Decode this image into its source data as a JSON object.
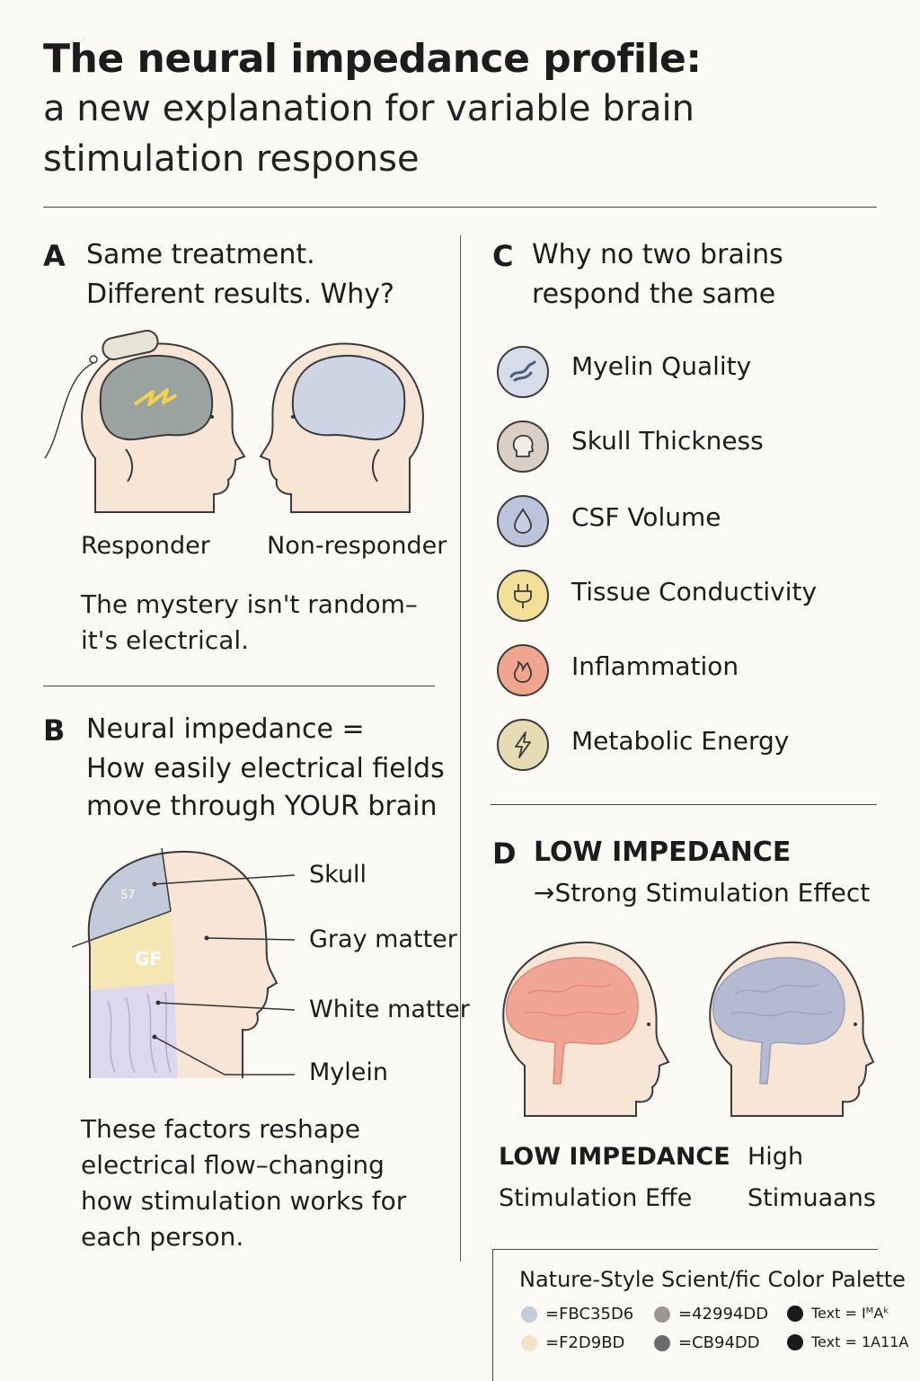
{
  "title": {
    "line1": "The neural impedance profile:",
    "line2": "a new explanation for variable brain",
    "line3": "stimulation response"
  },
  "panel_a": {
    "letter": "A",
    "heading_line1": "Same treatment.",
    "heading_line2": "Different results. Why?",
    "left_label": "Responder",
    "right_label": "Non-responder",
    "note_line1": "The mystery isn't random–",
    "note_line2": "it's electrical."
  },
  "panel_b": {
    "letter": "B",
    "heading_line1": "Neural impedance =",
    "heading_line2": "How easily electrical fields",
    "heading_line3": "move through YOUR brain",
    "layer_labels": [
      "Skull",
      "Gray matter",
      "White matter",
      "Mylein"
    ],
    "inner_text_1": "S7",
    "inner_text_2": "GF",
    "note_line1": "These factors reshape",
    "note_line2": "electrical flow–changing",
    "note_line3": "how stimulation works for",
    "note_line4": "each person."
  },
  "panel_c": {
    "letter": "C",
    "heading_line1": "Why no two brains",
    "heading_line2": "respond the same",
    "factors": [
      {
        "label": "Myelin Quality",
        "icon": "neuron-icon",
        "color": "#d6dce8"
      },
      {
        "label": "Skull Thickness",
        "icon": "skull-icon",
        "color": "#d9cfc4"
      },
      {
        "label": "CSF Volume",
        "icon": "droplet-icon",
        "color": "#bcc4dc"
      },
      {
        "label": "Tissue Conductivity",
        "icon": "plug-icon",
        "color": "#f3df95"
      },
      {
        "label": "Inflammation",
        "icon": "flame-icon",
        "color": "#f0a58e"
      },
      {
        "label": "Metabolic Energy",
        "icon": "lightning-icon",
        "color": "#e6dcb4"
      }
    ]
  },
  "panel_d": {
    "letter": "D",
    "heading_line1": "LOW IMPEDANCE",
    "heading_line2": "→Strong Stimulation Effect",
    "left_label_line1": "LOW IMPEDANCE",
    "left_label_line2": "Stimulation Effe",
    "right_label_line1": "High",
    "right_label_line2": "Stimuaans"
  },
  "palette": {
    "title": "Nature-Style Scient/fic Color Palette",
    "items": [
      {
        "text": "=FBC35D6",
        "color": "#c3cad9"
      },
      {
        "text": "=42994DD",
        "color": "#9d9793"
      },
      {
        "text": "Text = IᴹAᵏ",
        "color": "#1a1a1a"
      },
      {
        "text": "=F2D9BD",
        "color": "#f2e3c8"
      },
      {
        "text": "=CB94DD",
        "color": "#6d6a6e"
      },
      {
        "text": "Text = 1A11A",
        "color": "#1a1a1a"
      }
    ]
  },
  "colors": {
    "skin": "#f7e6d6",
    "responder_brain": "#9aa3a0",
    "nonresponder_brain": "#cdd5e4",
    "low_impedance_brain": "#f1a594",
    "high_impedance_brain": "#b4bad1",
    "spark": "#f2d34c"
  }
}
